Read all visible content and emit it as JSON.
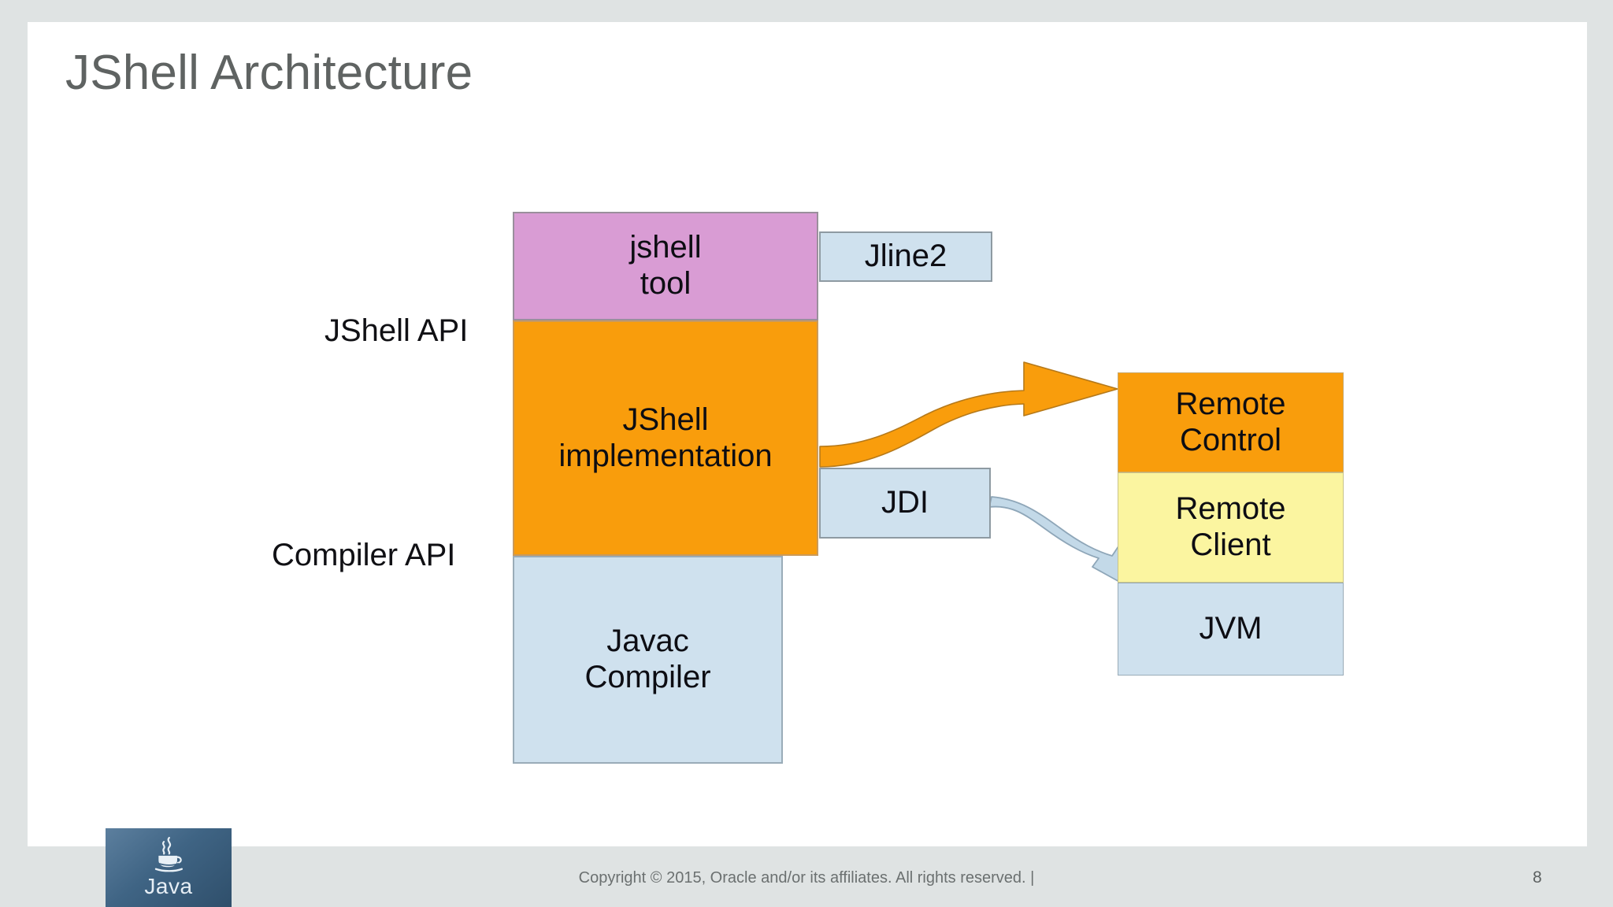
{
  "slide": {
    "title": "JShell Architecture",
    "page_number": "8",
    "copyright": "Copyright © 2015, Oracle and/or its affiliates. All rights reserved.  |",
    "background_color": "#dfe3e3",
    "canvas_color": "#ffffff",
    "title_color": "#5f6362"
  },
  "logo": {
    "name": "Java",
    "label": "Java",
    "background_start": "#5c7f9e",
    "background_end": "#2f4f6b"
  },
  "diagram": {
    "side_labels": [
      {
        "id": "jshell-api",
        "text": "JShell API"
      },
      {
        "id": "compiler-api",
        "text": "Compiler API"
      }
    ],
    "boxes": [
      {
        "id": "jshell-tool",
        "text": "jshell\ntool",
        "color": "#d99cd4",
        "border": "#9a8f9c"
      },
      {
        "id": "jshell-impl",
        "text": "JShell\nimplementation",
        "color": "#f99d0c",
        "border": "#c99a5c"
      },
      {
        "id": "javac-compiler",
        "text": "Javac\nCompiler",
        "color": "#cfe1ee",
        "border": "#9aacb8"
      },
      {
        "id": "jline2",
        "text": "Jline2",
        "color": "#cfe1ee",
        "border": "#8e9aa2"
      },
      {
        "id": "jdi",
        "text": "JDI",
        "color": "#cfe1ee",
        "border": "#8e9aa2"
      },
      {
        "id": "remote-control",
        "text": "Remote\nControl",
        "color": "#f99d0c",
        "border": "#c9a86a"
      },
      {
        "id": "remote-client",
        "text": "Remote\nClient",
        "color": "#fbf5a0",
        "border": "#c9c489"
      },
      {
        "id": "jvm",
        "text": "JVM",
        "color": "#cfe1ee",
        "border": "#9aacb8"
      }
    ],
    "arrows": [
      {
        "id": "impl-to-remote-control",
        "from": "jshell-impl",
        "to": "remote-control",
        "color": "#f99d0c"
      },
      {
        "id": "jdi-to-remote-client",
        "from": "jdi",
        "to": "remote-client",
        "color": "#c3d9e8"
      }
    ]
  }
}
